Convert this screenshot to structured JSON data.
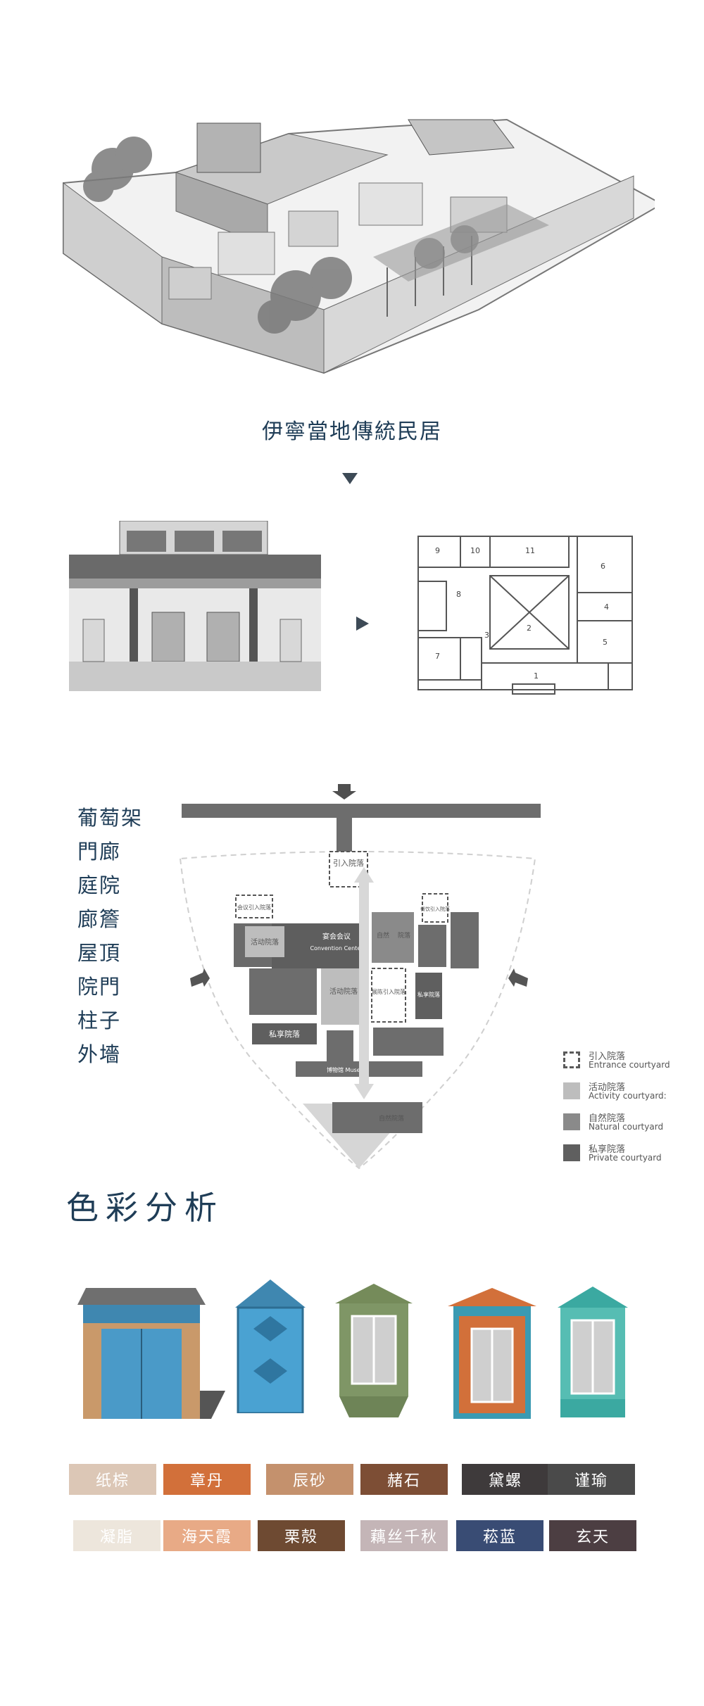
{
  "residence_caption": "伊寧當地傳統民居",
  "elements": [
    "葡萄架",
    "門廊",
    "庭院",
    "廊簷",
    "屋頂",
    "院門",
    "柱子",
    "外墻"
  ],
  "diagram_labels": {
    "entrance": "引入院落",
    "entrance_small_left": "会议引入院落",
    "entrance_small_right": "餐饮引入院落",
    "activity_left": "活动院落",
    "activity_mid": "活动院落",
    "convention_cn": "宴会会议",
    "convention_en": "Convention Center",
    "natural_a": "自然",
    "natural_b": "院落",
    "exhibit": "展陈引入院落",
    "private_right": "私享院落",
    "private_left": "私享院落",
    "museum": "博物馆 Museum",
    "bottom_court": "自然院落"
  },
  "legend": [
    {
      "cn": "引入院落",
      "en": "Entrance courtyard",
      "color": "#5a5a5a",
      "style": "dashed"
    },
    {
      "cn": "活动院落",
      "en": "Activity courtyard:",
      "color": "#bdbdbd",
      "style": "solid"
    },
    {
      "cn": "自然院落",
      "en": "Natural courtyard",
      "color": "#8a8a8a",
      "style": "solid"
    },
    {
      "cn": "私享院落",
      "en": "Private courtyard",
      "color": "#5f5f5f",
      "style": "solid"
    }
  ],
  "color_section_title": "色彩分析",
  "swatches_row1": [
    {
      "name": "纸棕",
      "color": "#dcc7b6"
    },
    {
      "name": "章丹",
      "color": "#d2703a"
    },
    {
      "name": "辰砂",
      "color": "#c4916d"
    },
    {
      "name": "赭石",
      "color": "#7d4e35"
    },
    {
      "name": "黛螺",
      "color": "#3e3a3b"
    },
    {
      "name": "谨瑜",
      "color": "#4a4a4a"
    }
  ],
  "swatches_row2": [
    {
      "name": "凝脂",
      "color": "#ede6dc"
    },
    {
      "name": "海天霞",
      "color": "#e8aa86"
    },
    {
      "name": "栗殻",
      "color": "#6e4a32"
    },
    {
      "name": "藕丝千秋",
      "color": "#c4b5b7"
    },
    {
      "name": "菘蓝",
      "color": "#394c74"
    },
    {
      "name": "玄天",
      "color": "#4c3e42"
    }
  ]
}
